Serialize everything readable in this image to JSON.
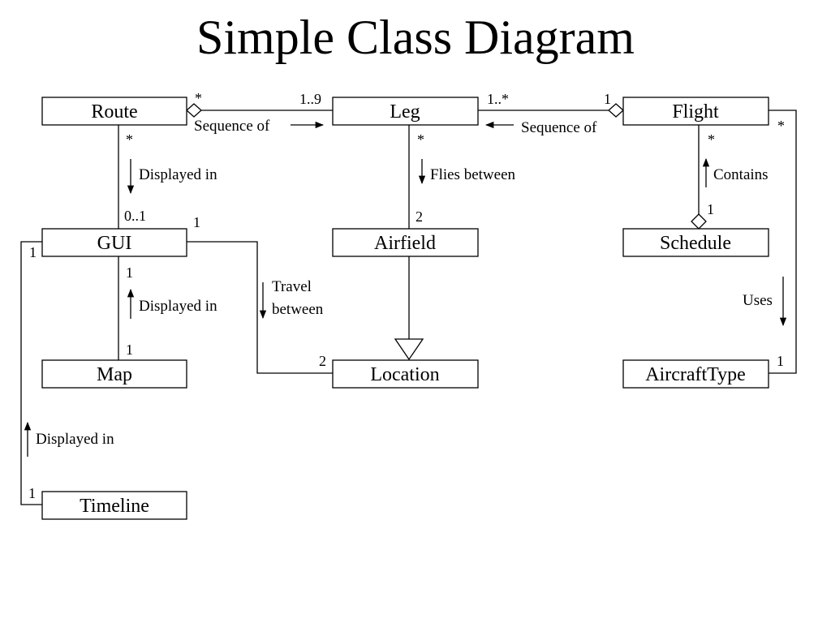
{
  "title": "Simple Class Diagram",
  "classes": {
    "route": "Route",
    "leg": "Leg",
    "flight": "Flight",
    "gui": "GUI",
    "airfield": "Airfield",
    "schedule": "Schedule",
    "map": "Map",
    "location": "Location",
    "aircraft_type": "AircraftType",
    "timeline": "Timeline"
  },
  "associations": {
    "route_leg": {
      "label": "Sequence of",
      "mult_route": "*",
      "mult_leg": "1..9"
    },
    "flight_leg": {
      "label": "Sequence of",
      "mult_leg": "1..*",
      "mult_flight": "1"
    },
    "route_gui": {
      "label": "Displayed in",
      "mult_route": "*",
      "mult_gui": "0..1"
    },
    "leg_airfield": {
      "label": "Flies between",
      "mult_leg": "*",
      "mult_airfield": "2"
    },
    "flight_schedule": {
      "label": "Contains",
      "mult_flight": "*",
      "mult_schedule": "1"
    },
    "gui_location": {
      "label_line1": "Travel",
      "label_line2": "between",
      "mult_gui": "1",
      "mult_location": "2"
    },
    "gui_map": {
      "label": "Displayed in",
      "mult_gui": "1",
      "mult_map": "1"
    },
    "flight_aircraft": {
      "label": "Uses",
      "mult_flight": "*",
      "mult_aircraft": "1"
    },
    "gui_timeline": {
      "label": "Displayed in",
      "mult_gui": "1",
      "mult_timeline": "1"
    }
  }
}
